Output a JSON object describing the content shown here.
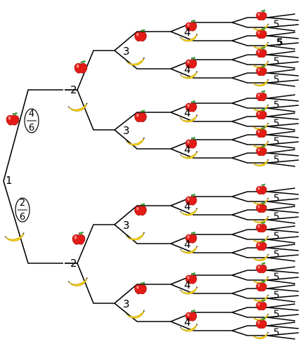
{
  "diagram": {
    "levels": [
      "1",
      "2",
      "3",
      "4",
      "5"
    ],
    "first_branch": {
      "apple_probability": {
        "numerator": "4",
        "denominator": "6"
      },
      "banana_probability": {
        "numerator": "2",
        "denominator": "6"
      }
    },
    "outcomes": [
      "apple",
      "banana"
    ],
    "icons": {
      "apple": "apple-icon",
      "banana": "banana-icon"
    },
    "colors": {
      "apple": "#e21b17",
      "banana": "#f7d416",
      "line": "#000000"
    },
    "depth": 5
  }
}
